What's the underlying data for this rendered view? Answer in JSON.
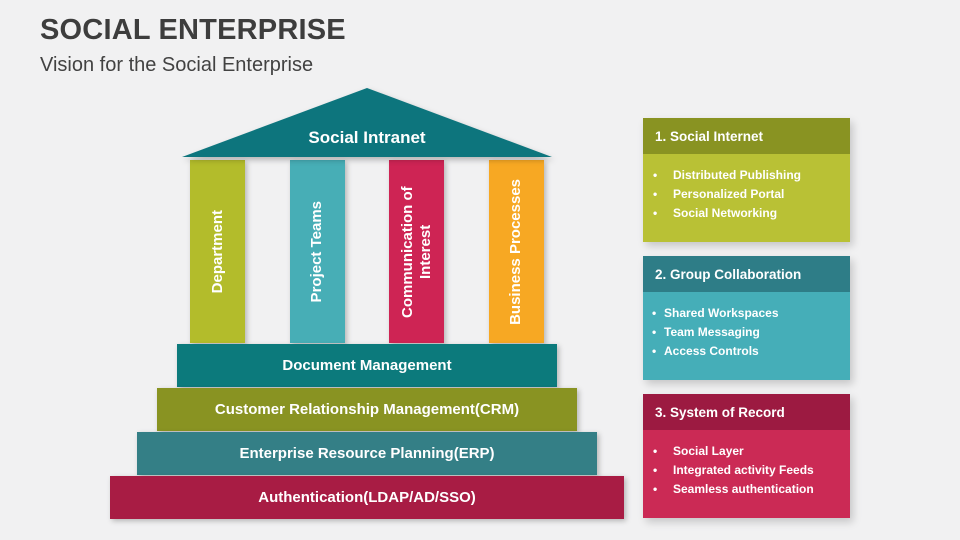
{
  "page": {
    "title": "SOCIAL ENTERPRISE",
    "subtitle": "Vision for the Social Enterprise"
  },
  "diagram": {
    "roof": {
      "label": "Social Intranet",
      "color": "#0d757d"
    },
    "pillars": [
      {
        "label": "Department",
        "color": "#b3bc2b"
      },
      {
        "label": "Project Teams",
        "color": "#47aeb6"
      },
      {
        "label": "Communication of Interest",
        "color": "#ce2454"
      },
      {
        "label": "Business Processes",
        "color": "#f7a823"
      }
    ],
    "layers": [
      {
        "label": "Document Management",
        "color": "#0c7a7c"
      },
      {
        "label": "Customer Relationship Management(CRM)",
        "color": "#899322"
      },
      {
        "label": "Enterprise Resource Planning(ERP)",
        "color": "#347f86"
      },
      {
        "label": "Authentication(LDAP/AD/SSO)",
        "color": "#a81c44"
      }
    ]
  },
  "panels": [
    {
      "title": "1. Social Internet",
      "header_color": "#899322",
      "body_color": "#b9c135",
      "items": [
        "Distributed Publishing",
        "Personalized Portal",
        "Social Networking"
      ]
    },
    {
      "title": "2. Group Collaboration",
      "header_color": "#2e7d87",
      "body_color": "#45aeb8",
      "items": [
        "Shared Workspaces",
        "Team Messaging",
        "Access Controls"
      ]
    },
    {
      "title": "3. System of Record",
      "header_color": "#9c1a41",
      "body_color": "#cb2a55",
      "items": [
        "Social Layer",
        "Integrated activity Feeds",
        "Seamless authentication"
      ]
    }
  ]
}
